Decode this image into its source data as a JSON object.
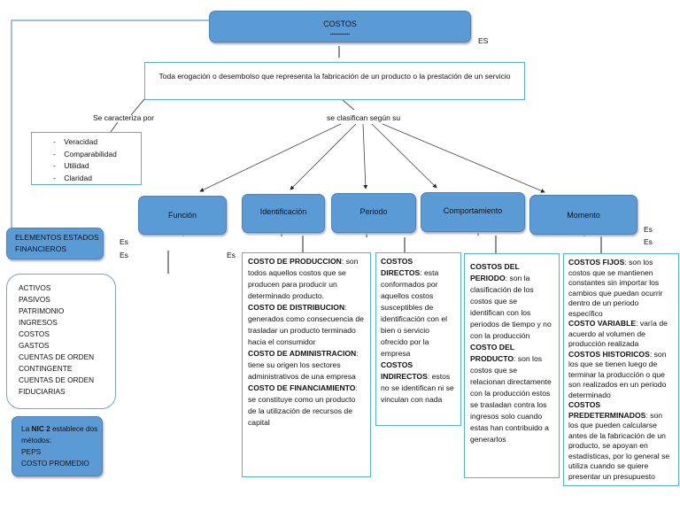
{
  "root": {
    "title": "COSTOS",
    "es_label": "ES"
  },
  "definition": "Toda erogación o desembolso que representa la fabricación de un producto o la prestación de un servicio",
  "left_label": "Se caracteriza por",
  "right_label": "se clasifican según su",
  "characteristics": [
    "Veracidad",
    "Comparabilidad",
    "Utilidad",
    "Claridad"
  ],
  "categories": [
    "Función",
    "Identificación",
    "Periodo",
    "Comportamiento",
    "Momento"
  ],
  "es": "Es",
  "elements": {
    "title": "ELEMENTOS ESTADOS FINANCIEROS",
    "items": [
      "ACTIVOS",
      "PASIVOS",
      "PATRIMONIO",
      "INGRESOS",
      "COSTOS",
      "GASTOS",
      "CUENTAS DE ORDEN CONTINGENTE",
      "CUENTAS DE ORDEN FIDUCIARIAS"
    ]
  },
  "nic": {
    "pre": "La ",
    "bold": "NIC 2",
    "post": " establece dos métodos:",
    "methods": [
      "PEPS",
      "COSTO PROMEDIO"
    ]
  },
  "identificacion": [
    {
      "term": "COSTO DE PRODUCCION",
      "def": ": son todos aquellos costos que se producen para producir un determinado producto."
    },
    {
      "term": "COSTO DE DISTRIBUCION",
      "def": ": generados como consecuencia de trasladar un producto terminado hacia el consumidor"
    },
    {
      "term": "COSTO DE ADMINISTRACION",
      "def": ": tiene su origen los sectores administrativos de una empresa"
    },
    {
      "term": "COSTO DE FINANCIAMIENTO",
      "def": ": se constituye como un producto de la utilización de recursos de capital"
    }
  ],
  "periodo": [
    {
      "term": "COSTOS DIRECTOS",
      "def": ": esta conformados por aquellos costos susceptibles de identificación con el bien o servicio ofrecido por la empresa"
    },
    {
      "term": "COSTOS INDIRECTOS",
      "def": ": estos no se identifican ni se vinculan con nada"
    }
  ],
  "comportamiento": [
    {
      "term": "COSTOS DEL PERIODO",
      "def": ": son la clasificación de los costos que se identifican con los periodos de tiempo y no con la producción"
    },
    {
      "term": "COSTO DEL PRODUCTO",
      "def": ": son los costos que se relacionan directamente con la producción estos se trasladan contra los ingresos solo cuando estas han contribuido a generarlos"
    }
  ],
  "momento_a": [
    {
      "term": "COSTOS FIJOS",
      "def": ": son los costos que se mantienen constantes sin importar los cambios que puedan ocurrir dentro de un periodo específico"
    },
    {
      "term": "COSTO VARIABLE",
      "def": ": varía de acuerdo al volumen de producción realizada"
    }
  ],
  "momento_b": [
    {
      "term": "COSTOS HISTORICOS",
      "def": ": son los que se tienen luego de terminar la producción o que son realizados en un periodo determinado"
    },
    {
      "term": "COSTOS PREDETERMINADOS",
      "def": ": son los que pueden calcularse antes de la fabricación de un producto, se apoyan en estadísticas, por lo general se utiliza cuando se quiere presentar un presupuesto"
    }
  ]
}
